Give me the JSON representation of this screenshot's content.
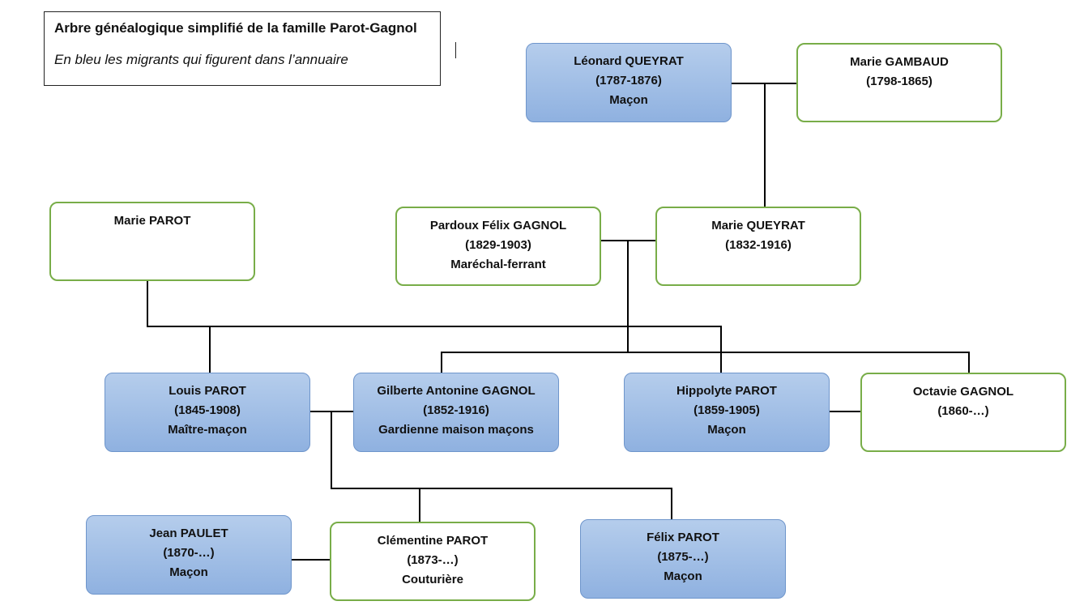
{
  "header": {
    "title": "Arbre généalogique simplifié de la famille Parot-Gagnol",
    "legend": "En bleu les migrants qui figurent dans l’annuaire"
  },
  "colors": {
    "migrant_fill": "#a3c0e6",
    "migrant_border": "#6e95cb",
    "other_border": "#78ad48",
    "connector": "#000000"
  },
  "people": {
    "leonard_queyrat": {
      "name": "Léonard QUEYRAT",
      "dates": "(1787-1876)",
      "occupation": "Maçon"
    },
    "marie_gambaud": {
      "name": "Marie GAMBAUD",
      "dates": "(1798-1865)"
    },
    "marie_parot": {
      "name": "Marie PAROT"
    },
    "pardoux_felix_gagnol": {
      "name": "Pardoux Félix GAGNOL",
      "dates": "(1829-1903)",
      "occupation": "Maréchal-ferrant"
    },
    "marie_queyrat": {
      "name": "Marie QUEYRAT",
      "dates": "(1832-1916)"
    },
    "louis_parot": {
      "name": "Louis PAROT",
      "dates": "(1845-1908)",
      "occupation": "Maître-maçon"
    },
    "gilberte_antonine_gagnol": {
      "name": "Gilberte Antonine GAGNOL",
      "dates": "(1852-1916)",
      "occupation": "Gardienne maison maçons"
    },
    "hippolyte_parot": {
      "name": "Hippolyte PAROT",
      "dates": "(1859-1905)",
      "occupation": "Maçon"
    },
    "octavie_gagnol": {
      "name": "Octavie GAGNOL",
      "dates": "(1860-…)"
    },
    "jean_paulet": {
      "name": "Jean PAULET",
      "dates": "(1870-…)",
      "occupation": "Maçon"
    },
    "clementine_parot": {
      "name": "Clémentine PAROT",
      "dates": "(1873-…)",
      "occupation": "Couturière"
    },
    "felix_parot": {
      "name": "Félix PAROT",
      "dates": "(1875-…)",
      "occupation": "Maçon"
    }
  }
}
